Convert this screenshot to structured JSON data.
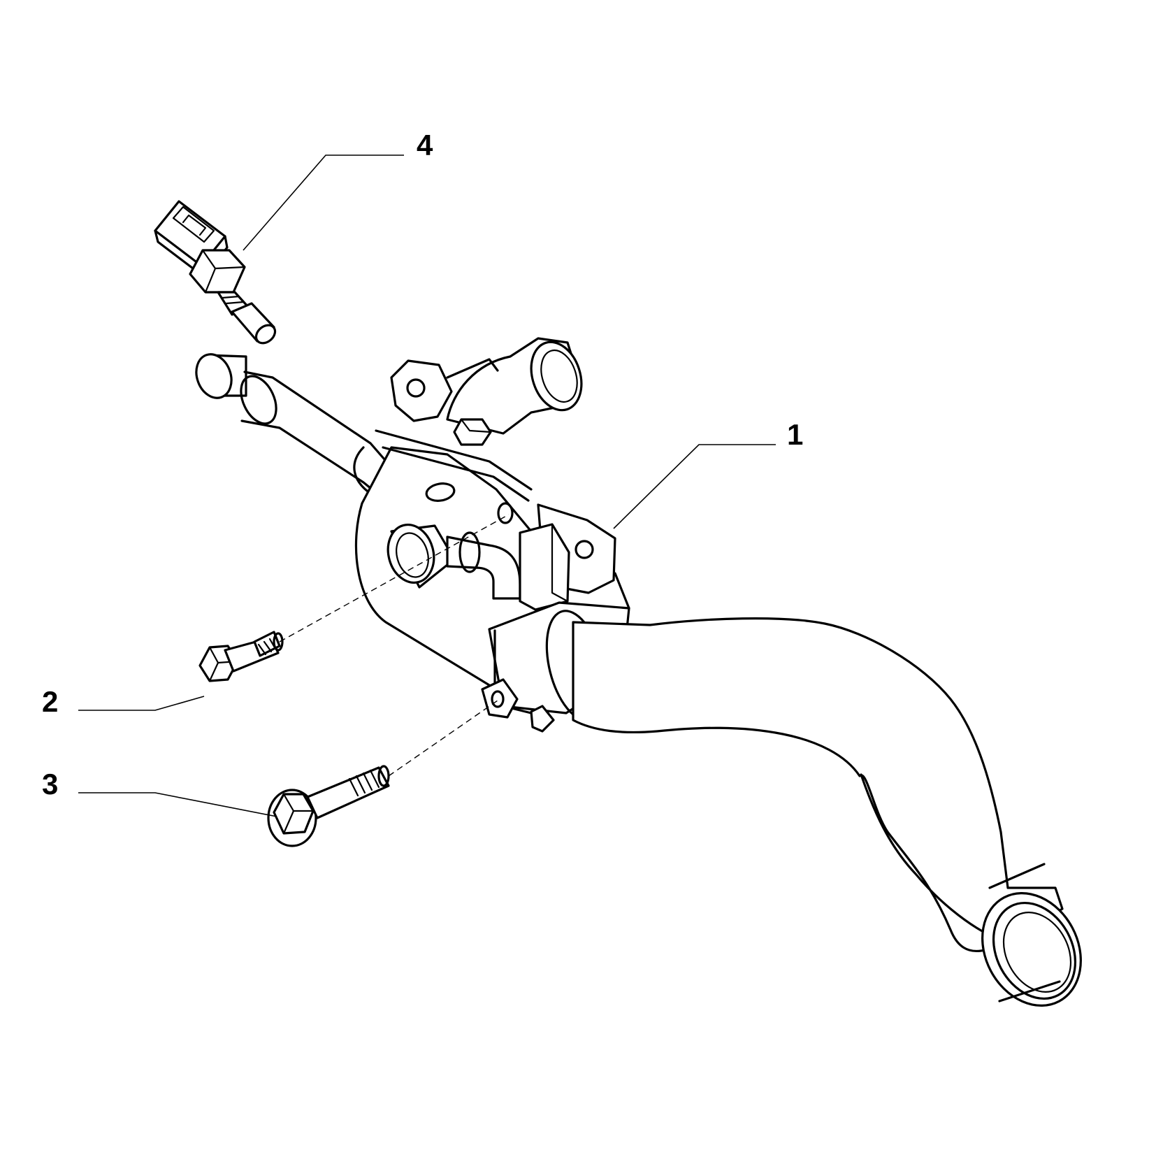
{
  "callouts": {
    "part_1": "1",
    "part_2": "2",
    "part_3": "3",
    "part_4": "4"
  },
  "colors": {
    "line": "#000000",
    "background": "#ffffff"
  }
}
